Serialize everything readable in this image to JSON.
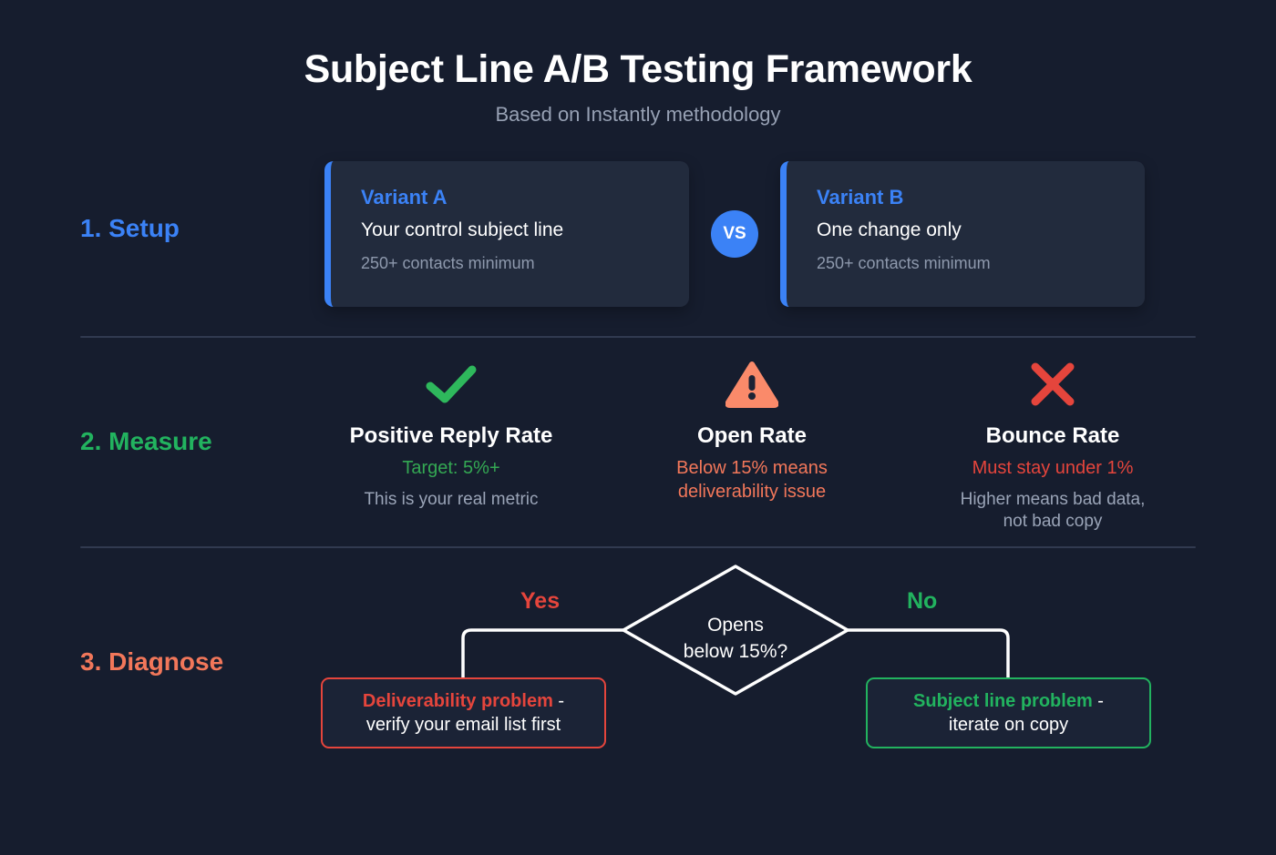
{
  "header": {
    "title": "Subject Line A/B Testing Framework",
    "subtitle": "Based on Instantly methodology"
  },
  "colors": {
    "background": "#161d2e",
    "card": "#222b3d",
    "blue": "#3b82f6",
    "green": "#22b35f",
    "salmon": "#f2775a",
    "red": "#e5453c",
    "muted": "#9aa4b7",
    "divider": "#313a50"
  },
  "setup": {
    "step_label": "1. Setup",
    "vs_label": "VS",
    "variants": [
      {
        "name": "Variant A",
        "description": "Your control subject line",
        "note": "250+ contacts minimum"
      },
      {
        "name": "Variant B",
        "description": "One change only",
        "note": "250+ contacts minimum"
      }
    ]
  },
  "measure": {
    "step_label": "2. Measure",
    "metrics": [
      {
        "icon": "check-icon",
        "title": "Positive Reply Rate",
        "target": "Target: 5%+",
        "sub": "This is your real metric"
      },
      {
        "icon": "warning-triangle-icon",
        "title": "Open Rate",
        "target": "Below 15% means\ndeliverability issue",
        "sub": ""
      },
      {
        "icon": "cross-icon",
        "title": "Bounce Rate",
        "target": "Must stay under 1%",
        "sub": "Higher means bad data,\nnot bad copy"
      }
    ]
  },
  "diagnose": {
    "step_label": "3. Diagnose",
    "decision": "Opens\nbelow 15%?",
    "branch_yes": "Yes",
    "branch_no": "No",
    "outcome_yes": {
      "strong": "Deliverability problem",
      "rest": " -",
      "line2": "verify your email list first"
    },
    "outcome_no": {
      "strong": "Subject line problem",
      "rest": " -",
      "line2": "iterate on copy"
    }
  }
}
